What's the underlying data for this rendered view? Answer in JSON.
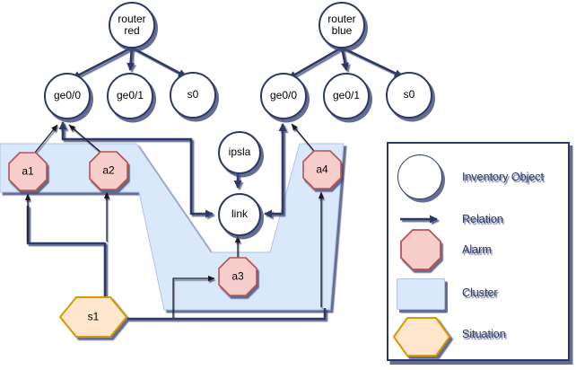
{
  "nodes": {
    "router_red": "router red",
    "router_blue": "router blue",
    "ge0_red": "ge0/0",
    "ge1_red": "ge0/1",
    "s0_red": "s0",
    "ge0_blue": "ge0/0",
    "ge1_blue": "ge0/1",
    "s0_blue": "s0",
    "ipsla": "ipsla",
    "link": "link",
    "a1": "a1",
    "a2": "a2",
    "a3": "a3",
    "a4": "a4",
    "s1": "s1"
  },
  "legend": {
    "items": [
      {
        "label": "Inventory Object",
        "icon": "circle"
      },
      {
        "label": "Relation",
        "icon": "arrow"
      },
      {
        "label": "Alarm",
        "icon": "octagon"
      },
      {
        "label": "Cluster",
        "icon": "rectangle"
      },
      {
        "label": "Situation",
        "icon": "hexagon"
      }
    ]
  },
  "colors": {
    "navy": "#2d3a66",
    "shadow": "rgba(62,72,120,0.8)",
    "alarm_fill": "#f8cecc",
    "alarm_stroke": "#b85450",
    "cluster_fill": "#dae8fc",
    "cluster_stroke": "#aec4e8",
    "situation_fill": "#ffe6cc",
    "situation_stroke": "#d79b00",
    "line_black": "#1a1a1a",
    "node_fill": "#ffffff"
  }
}
